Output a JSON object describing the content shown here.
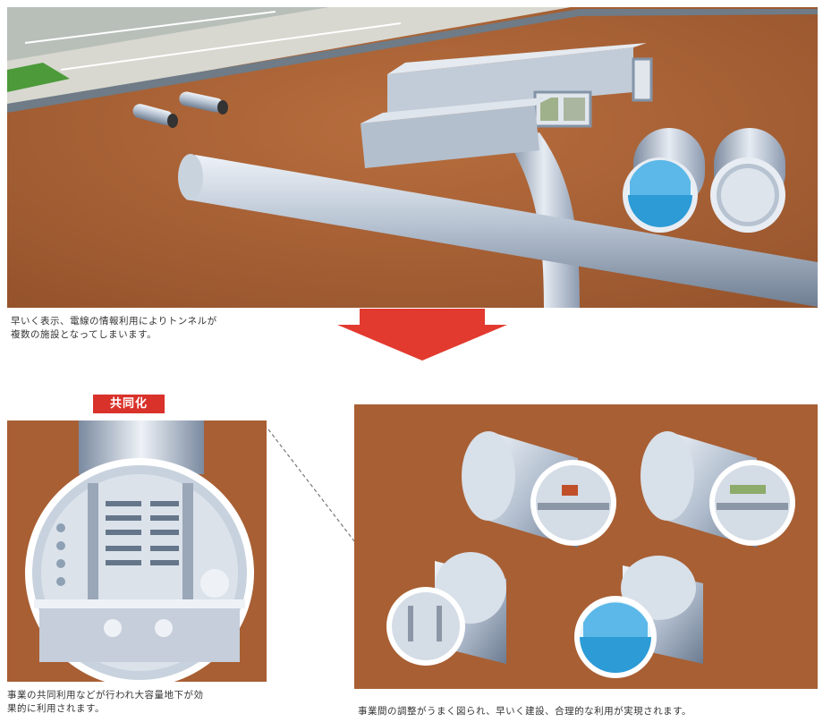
{
  "labels": {
    "kyodo": "共同化"
  },
  "captions": {
    "top": "早いく表示、電線の情報利用によりトンネルが\n複数の施設となってしまいます。",
    "left": "事業の共同利用などが行われ大容量地下が効\n果的に利用されます。",
    "right": "事業間の調整がうまく図られ、早いく建設、合理的な利用が実現されます。"
  },
  "colors": {
    "soil": "#b36a3c",
    "soil_dark": "#8f4f2a",
    "pipe": "#b9c6d6",
    "water": "#2c9bd6",
    "arrow": "#e23a2f",
    "label_bg": "#d9322b"
  }
}
